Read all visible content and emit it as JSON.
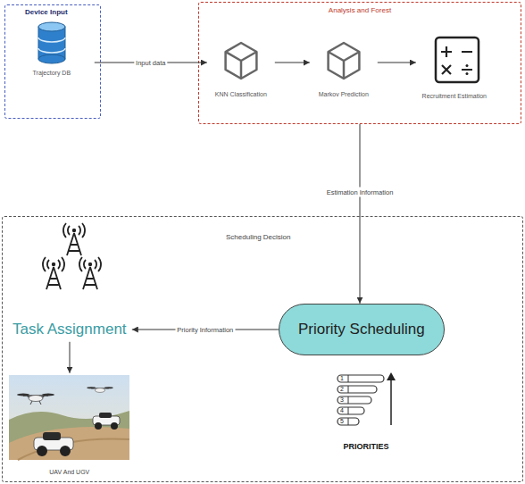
{
  "diagram": {
    "nodes": [
      {
        "text": [
          "Device Input"
        ]
      },
      {
        "text": [
          "Trajectory DB"
        ],
        "in": 0
      },
      {
        "text": [
          "Analysis and Forest"
        ]
      },
      {
        "text": [
          "KNN Classification"
        ],
        "in": 2
      },
      {
        "text": [
          "Markov Prediction"
        ],
        "in": 2
      },
      {
        "text": [
          "Recruitment Estimation"
        ],
        "in": 2
      },
      {
        "text": [
          "Scheduling Decision"
        ]
      },
      {
        "text": [
          "Task Assignment"
        ],
        "in": 6
      },
      {
        "text": [
          "Priority Scheduling"
        ],
        "in": 6
      },
      {
        "text": [
          "UAV And UGV"
        ],
        "in": 6
      }
    ],
    "edges": [
      {
        "from": 1,
        "to": 3,
        "label": "Input data",
        "arrow": "to"
      },
      {
        "from": 3,
        "to": 4,
        "arrow": "to"
      },
      {
        "from": 4,
        "to": 5,
        "arrow": "to"
      },
      {
        "from": 2,
        "to": 8,
        "label": "Estimation Information",
        "arrow": "to"
      },
      {
        "from": 8,
        "to": 7,
        "label": "Priority Information",
        "arrow": "to"
      },
      {
        "from": 7,
        "to": 9,
        "arrow": "to"
      }
    ],
    "labels": [
      "1",
      "2",
      "3",
      "4",
      "5",
      "PRIORITIES"
    ]
  }
}
